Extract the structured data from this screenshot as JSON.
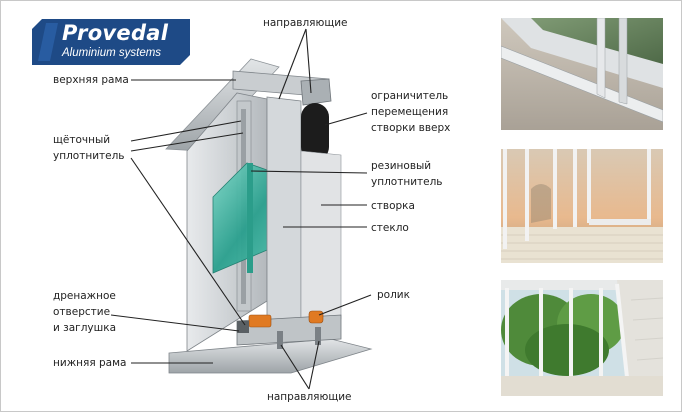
{
  "logo": {
    "name": "Provedal",
    "subtitle": "Aluminium systems"
  },
  "labels": {
    "top_guide": "направляющие",
    "top_frame": "верхняя рама",
    "limiter": [
      "ограничитель",
      "перемещения",
      "створки вверх"
    ],
    "brush_seal": [
      "щёточный",
      "уплотнитель"
    ],
    "rubber_seal": [
      "резиновый",
      "уплотнитель"
    ],
    "sash": "створка",
    "glass": "стекло",
    "drainage": [
      "дренажное",
      "отверстие",
      "и заглушка"
    ],
    "roller": "ролик",
    "bottom_frame": "нижняя рама",
    "bottom_guide": "направляющие"
  },
  "colors": {
    "logo_bg": "#1e4a86",
    "aluminium": "#d6d9dc",
    "glass": "#3fb7a3",
    "rubber": "#1c1c1c",
    "roller": "#e07a22"
  }
}
